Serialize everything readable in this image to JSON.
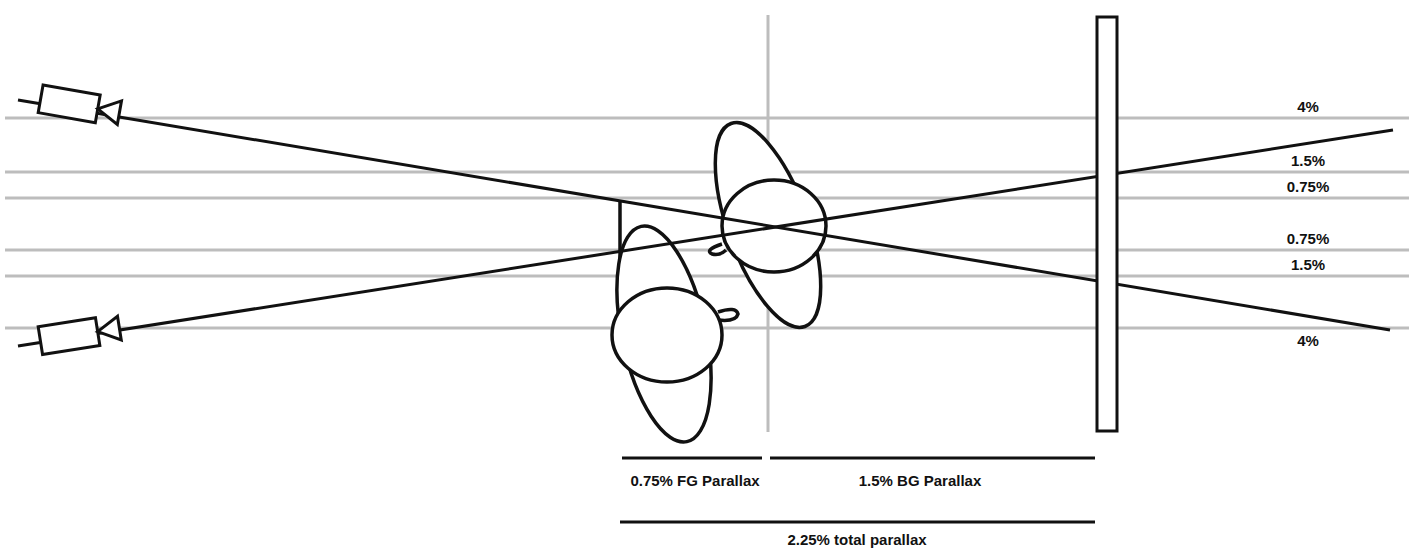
{
  "diagram": {
    "labels": [
      "4%",
      "1.5%",
      "0.75%",
      "0.75%",
      "1.5%",
      "4%",
      "0.75% FG Parallax",
      "1.5% BG Parallax",
      "2.25% total parallax"
    ]
  }
}
